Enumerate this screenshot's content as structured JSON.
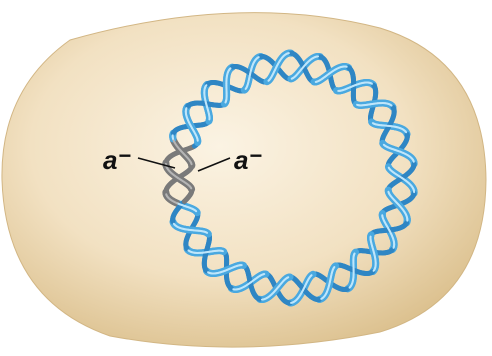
{
  "labels": {
    "left_allele": "a",
    "left_superscript": "−",
    "right_allele": "a",
    "right_superscript": "−"
  },
  "colors": {
    "cell_fill": "#f3e3c6",
    "cell_edge": "#d9c093",
    "dna_strand": "#4aa9e0",
    "dna_strand_dark": "#2f86c4",
    "inserted_segment": "#7a7a7a",
    "pointer_line": "#111111"
  },
  "icons": {
    "cell": "cell-body",
    "plasmid": "circular-dna-plasmid",
    "insert": "gene-insert-segment"
  }
}
